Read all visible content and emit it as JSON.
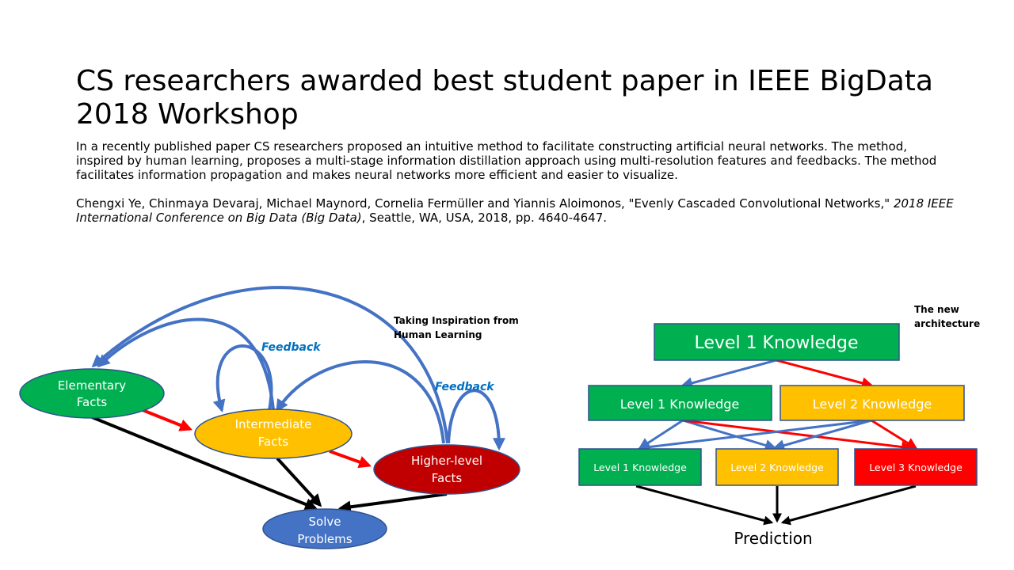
{
  "slide": {
    "title": "CS researchers awarded best student paper in IEEE BigData 2018 Workshop",
    "summary": "In a recently published paper CS researchers proposed an intuitive method to facilitate constructing artificial neural networks. The method, inspired by human learning, proposes a multi-stage information distillation approach using multi-resolution features and feedbacks. The method facilitates information propagation and makes neural networks more efficient and easier to visualize.",
    "citation": {
      "authors_and_title": "Chengxi Ye, Chinmaya Devaraj, Michael Maynord, Cornelia Fermüller and Yiannis Aloimonos, \"Evenly Cascaded Convolutional Networks,\" ",
      "venue": "2018 IEEE International Conference on Big Data (Big Data)",
      "details": ", Seattle, WA, USA, 2018, pp. 4640-4647."
    }
  },
  "left_diagram": {
    "caption_line1": "Taking Inspiration from",
    "caption_line2": "Human Learning",
    "feedback_label_1": "Feedback",
    "feedback_label_2": "Feedback",
    "nodes": {
      "elementary": [
        "Elementary",
        "Facts"
      ],
      "intermediate": [
        "Intermediate",
        "Facts"
      ],
      "higher": [
        "Higher-level",
        "Facts"
      ],
      "solve": [
        "Solve",
        "Problems"
      ]
    },
    "colors": {
      "elementary": "#00b050",
      "intermediate": "#ffc000",
      "higher": "#c00000",
      "solve": "#4472c4",
      "feedback_arrow": "#4472c4",
      "forward_arrow": "#ff0000",
      "solve_arrow": "#000000",
      "feedback_text": "#0070c0"
    }
  },
  "right_diagram": {
    "caption_line1": "The new",
    "caption_line2": "architecture",
    "top_box": "Level 1 Knowledge",
    "row2": [
      "Level 1 Knowledge",
      "Level 2 Knowledge"
    ],
    "row3": [
      "Level 1 Knowledge",
      "Level 2 Knowledge",
      "Level 3 Knowledge"
    ],
    "output": "Prediction",
    "colors": {
      "level1": "#00b050",
      "level2": "#ffc000",
      "level3": "#ff0000"
    }
  }
}
